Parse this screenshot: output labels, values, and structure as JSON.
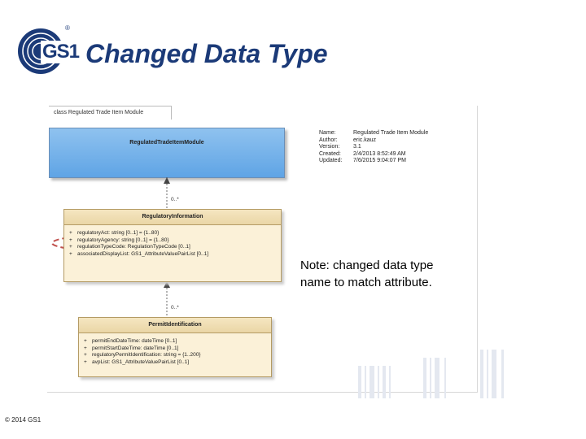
{
  "logo": {
    "text": "GS1",
    "reg": "®",
    "color": "#1b3a78"
  },
  "title": "Changed Data Type",
  "diagram": {
    "frame_label": "class Regulated Trade Item Module",
    "top_class": {
      "name": "RegulatedTradeItemModule",
      "color": "#6aaae8"
    },
    "assoc1_multiplicity": "0..*",
    "assoc2_multiplicity": "0..*",
    "regulatory_information": {
      "name": "RegulatoryInformation",
      "attributes": [
        {
          "vis": "+",
          "text": "regulatoryAct: string [0..1] = {1..80}"
        },
        {
          "vis": "+",
          "text": "regulatoryAgency: string [0..1] = {1..80}"
        },
        {
          "vis": "+",
          "text": "regulationTypeCode: RegulationTypeCode [0..1]"
        },
        {
          "vis": "+",
          "text": "associatedDisplayList: GS1_AttributeValuePairList [0..1]"
        }
      ]
    },
    "permit_identification": {
      "name": "PermitIdentification",
      "attributes": [
        {
          "vis": "+",
          "text": "permitEndDateTime: dateTime [0..1]"
        },
        {
          "vis": "+",
          "text": "permitStartDateTime: dateTime [0..1]"
        },
        {
          "vis": "+",
          "text": "regulatoryPermitIdentification: string = {1..200}"
        },
        {
          "vis": "+",
          "text": "avpList: GS1_AttributeValuePairList [0..1]"
        }
      ]
    },
    "metadata": [
      {
        "key": "Name:",
        "value": "Regulated Trade Item Module"
      },
      {
        "key": "Author:",
        "value": "eric.kauz"
      },
      {
        "key": "Version:",
        "value": "3.1"
      },
      {
        "key": "Created:",
        "value": "2/4/2013 8:52:49 AM"
      },
      {
        "key": "Updated:",
        "value": "7/6/2015 9:04:07 PM"
      }
    ],
    "highlight_color": "#c0504d"
  },
  "note": {
    "line1": "Note: changed data type",
    "line2": "name to match attribute."
  },
  "footer": "© 2014 GS1"
}
